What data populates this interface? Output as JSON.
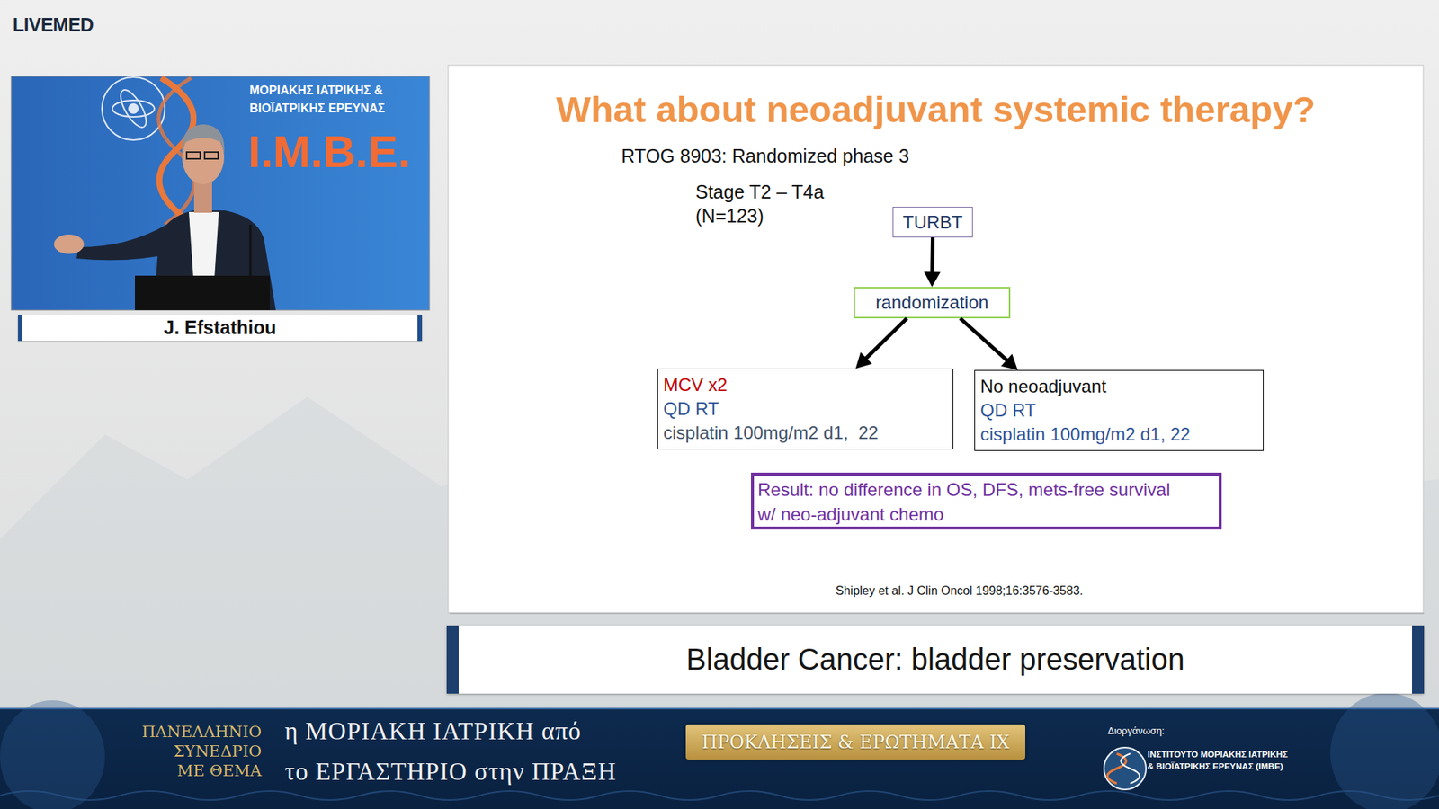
{
  "diagram": {
    "title": "What about neoadjuvant systemic therapy?",
    "nodes": [
      {
        "text": [
          "J. Efstathiou"
        ]
      },
      {
        "text": [
          "TURBT"
        ]
      },
      {
        "text": [
          "randomization"
        ]
      },
      {
        "text": [
          "MCV x2",
          "QD RT",
          "cisplatin 100mg/m2 d1,  22"
        ]
      },
      {
        "text": [
          "No neoadjuvant",
          "QD RT",
          "cisplatin 100mg/m2 d1, 22"
        ]
      },
      {
        "text": [
          "Result: no difference in OS, DFS, mets-free survival w/ neo-adjuvant chemo"
        ]
      },
      {
        "text": [
          "Bladder Cancer: bladder preservation"
        ]
      },
      {
        "text": [
          "ΠΡΟΚΛΗΣΕΙΣ & ΕΡΩΤΗΜΑΤΑ IX"
        ]
      }
    ],
    "edges": [
      {
        "from": 1,
        "to": 2,
        "arrow": "to"
      },
      {
        "from": 2,
        "to": 3,
        "arrow": "to"
      },
      {
        "from": 2,
        "to": 4,
        "arrow": "to"
      }
    ],
    "labels": [
      "LIVEMED",
      "ΜΟΡΙΑΚΗΣ ΙΑΤΡΙΚΗΣ & ΒΙΟΪΑΤΡΙΚΗΣ ΕΡΕΥΝΑΣ",
      "I.M.B.E.",
      "RTOG 8903: Randomized phase 3",
      "Stage T2 – T4a (N=123)",
      "Shipley et al. J Clin Oncol 1998;16:3576-3583.",
      "ΠΑΝΕΛΛΗΝΙΟ ΣΥΝΕΔΡΙΟ ΜΕ ΘΕΜΑ",
      "η ΜΟΡΙΑΚΗ ΙΑΤΡΙΚΗ από",
      "το ΕΡΓΑΣΤΗΡΙΟ στην ΠΡΑΞΗ",
      "Διοργάνωση:",
      "ΙΝΣΤΙΤΟΥΤΟ ΜΟΡΙΑΚΗΣ ΙΑΤΡΙΚΗΣ & ΒΙΟΪΑΤΡΙΚΗΣ ΕΡΕΥΝΑΣ (ΙΜΒΕ)"
    ]
  }
}
